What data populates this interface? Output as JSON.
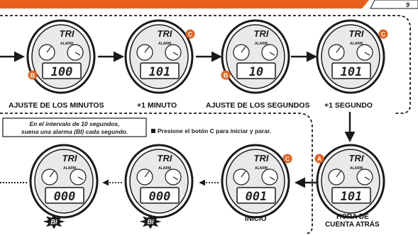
{
  "header": {
    "page_mark": "9"
  },
  "colors": {
    "accent": "#e8601c",
    "line": "#1a1a1a",
    "face": "#e9e9e9"
  },
  "brand": {
    "watch_text": "TRI",
    "alarm_text": "ALARM"
  },
  "row1": {
    "steps": [
      {
        "label": "AJUSTE DE LOS MINUTOS",
        "display": "100",
        "button": "B"
      },
      {
        "label": "+1 MINUTO",
        "display": "101",
        "button": "C"
      },
      {
        "label": "AJUSTE DE LOS SEGUNDOS",
        "display": "10",
        "button": "B"
      },
      {
        "label": "+1 SEGUNDO",
        "display": "101",
        "button": "C"
      }
    ]
  },
  "row2": {
    "note_line1": "En el intervalo de 10 segundos,",
    "note_line2": "suena una alarma (BI) cada segundo.",
    "press_note": "Presione el botón C para iniciar y parar.",
    "steps": [
      {
        "label": "HORA DE",
        "label2": "CUENTA ATRÁS",
        "display": "101",
        "button": "A"
      },
      {
        "label": "INICIO",
        "display": "001",
        "button": "C"
      },
      {
        "display": "000",
        "beep": "BI"
      },
      {
        "display": "000",
        "beep": "BI"
      }
    ]
  }
}
